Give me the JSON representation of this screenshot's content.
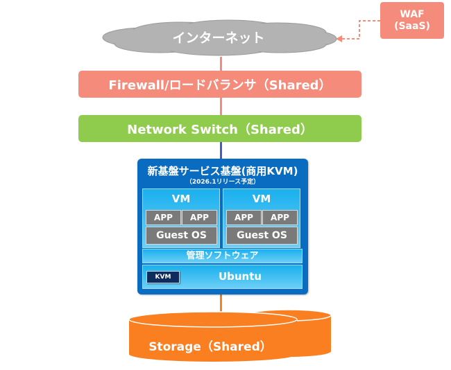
{
  "title": "新基盤サービス基盤 ネットワーク構成図",
  "internet": {
    "label": "インターネット"
  },
  "waf": {
    "line1": "WAF",
    "line2": "(SaaS)"
  },
  "firewall": {
    "label": "Firewall/ロードバランサ（Shared）"
  },
  "network_switch": {
    "label": "Network Switch（Shared）"
  },
  "platform": {
    "title": "新基盤サービス基盤(商用KVM)",
    "subtitle": "（2026.1リリース予定）",
    "vms": [
      {
        "title": "VM",
        "apps": [
          "APP",
          "APP"
        ],
        "guest_os": "Guest OS"
      },
      {
        "title": "VM",
        "apps": [
          "APP",
          "APP"
        ],
        "guest_os": "Guest OS"
      }
    ],
    "management": "管理ソフトウェア",
    "host_os": "Ubuntu",
    "hypervisor_badge": "KVM"
  },
  "storage": {
    "label": "Storage（Shared）"
  },
  "colors": {
    "salmon": "#f58b7a",
    "green": "#8fcc4e",
    "platform_blue": "#0a6cc0",
    "vm_cyan": "#1ab0ee",
    "gray_box": "#7a7a7a",
    "storage_orange": "#f97f21",
    "cloud_gray": "#b3b3b3",
    "connector_blue": "#3f5fc2",
    "kvm_navy": "#0e2d5e"
  }
}
